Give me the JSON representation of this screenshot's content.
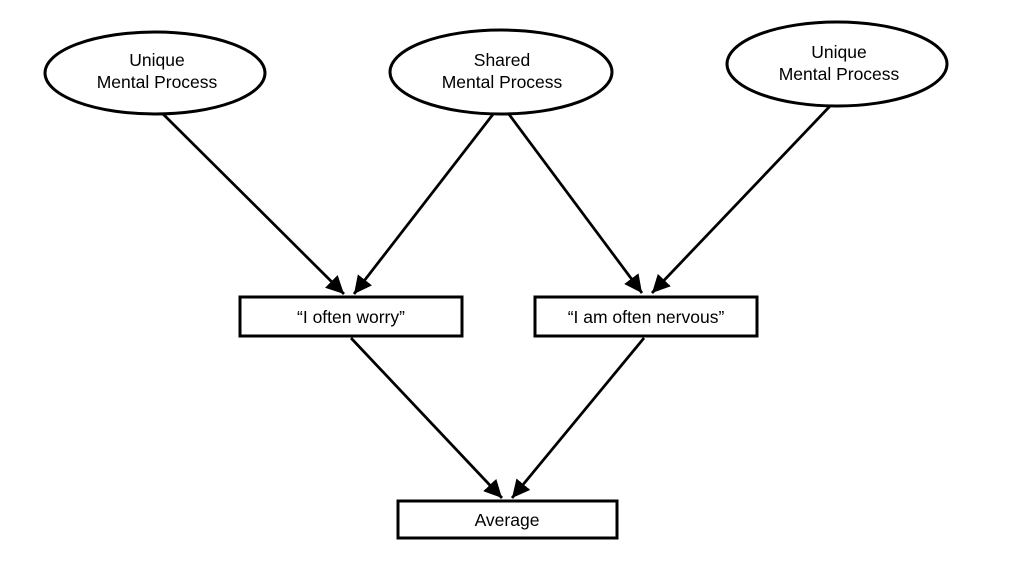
{
  "diagram": {
    "description": "Path diagram: shared and unique mental processes load onto two questionnaire items which are averaged",
    "colors": {
      "background": "#ffffff",
      "stroke": "#000000",
      "text": "#000000",
      "node_fill": "#ffffff"
    },
    "nodes": {
      "unique_left": {
        "shape": "ellipse",
        "line1": "Unique",
        "line2": "Mental Process"
      },
      "shared": {
        "shape": "ellipse",
        "line1": "Shared",
        "line2": "Mental Process"
      },
      "unique_right": {
        "shape": "ellipse",
        "line1": "Unique",
        "line2": "Mental Process"
      },
      "worry": {
        "shape": "rect",
        "label": "“I often worry”"
      },
      "nervous": {
        "shape": "rect",
        "label": "“I am often nervous”"
      },
      "average": {
        "shape": "rect",
        "label": "Average"
      }
    },
    "edges": [
      {
        "from": "unique_left",
        "to": "worry",
        "style": "arrow"
      },
      {
        "from": "shared",
        "to": "worry",
        "style": "arrow"
      },
      {
        "from": "shared",
        "to": "nervous",
        "style": "arrow"
      },
      {
        "from": "unique_right",
        "to": "nervous",
        "style": "arrow"
      },
      {
        "from": "worry",
        "to": "average",
        "style": "arrow"
      },
      {
        "from": "nervous",
        "to": "average",
        "style": "arrow"
      }
    ]
  }
}
